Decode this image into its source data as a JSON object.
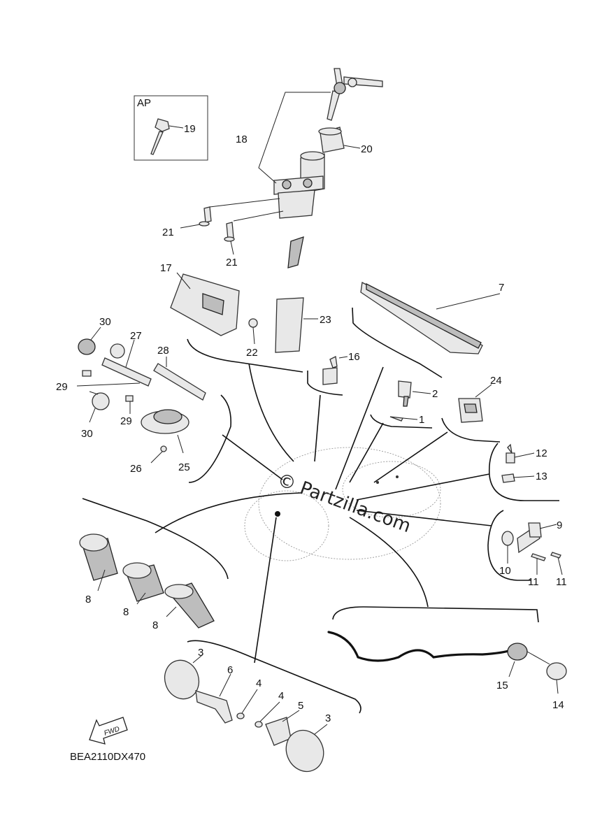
{
  "diagram": {
    "code": "BEA2110DX470",
    "watermark": "© Partzilla.com",
    "inset_label": "AP",
    "fwd_label": "FWD",
    "callouts": {
      "c1": "1",
      "c2": "2",
      "c3a": "3",
      "c3b": "3",
      "c4a": "4",
      "c4b": "4",
      "c5": "5",
      "c6": "6",
      "c7": "7",
      "c8a": "8",
      "c8b": "8",
      "c8c": "8",
      "c9": "9",
      "c10": "10",
      "c11a": "11",
      "c11b": "11",
      "c12": "12",
      "c13": "13",
      "c14": "14",
      "c15": "15",
      "c16": "16",
      "c17": "17",
      "c18": "18",
      "c19": "19",
      "c20": "20",
      "c21a": "21",
      "c21b": "21",
      "c22": "22",
      "c23": "23",
      "c24": "24",
      "c25": "25",
      "c26": "26",
      "c27": "27",
      "c28": "28",
      "c29a": "29",
      "c29b": "29",
      "c30a": "30",
      "c30b": "30"
    }
  }
}
